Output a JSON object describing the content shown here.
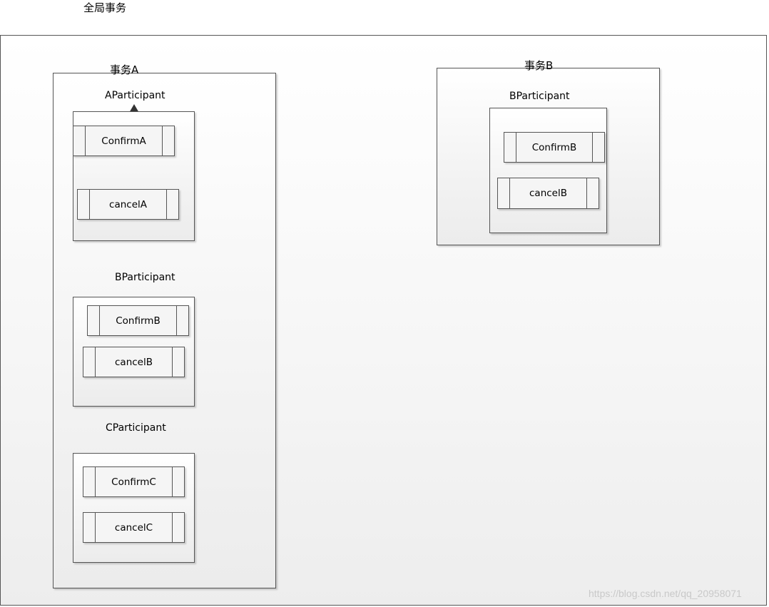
{
  "global_title": "全局事务",
  "tx_a": {
    "title": "事务A",
    "a_participant": {
      "label": "AParticipant",
      "confirm": "ConfirmA",
      "cancel": "cancelA"
    },
    "b_participant": {
      "label": "BParticipant",
      "confirm": "ConfirmB",
      "cancel": "cancelB"
    },
    "c_participant": {
      "label": "CParticipant",
      "confirm": "ConfirmC",
      "cancel": "cancelC"
    }
  },
  "tx_b": {
    "title": "事务B",
    "b_participant": {
      "label": "BParticipant",
      "confirm": "ConfirmB",
      "cancel": "cancelB"
    }
  },
  "watermark": "https://blog.csdn.net/qq_20958071"
}
